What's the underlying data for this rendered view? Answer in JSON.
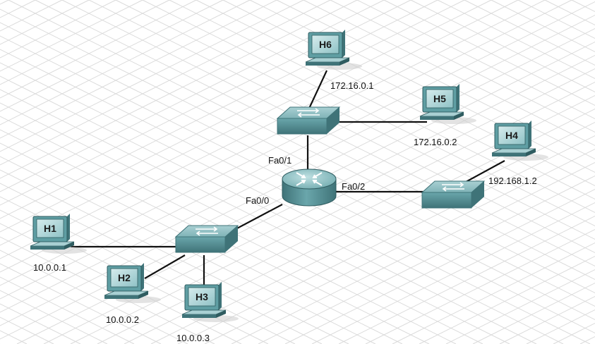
{
  "diagram": {
    "hosts": [
      {
        "id": "H1",
        "name": "H1",
        "ip": "10.0.0.1"
      },
      {
        "id": "H2",
        "name": "H2",
        "ip": "10.0.0.2"
      },
      {
        "id": "H3",
        "name": "H3",
        "ip": "10.0.0.3"
      },
      {
        "id": "H4",
        "name": "H4",
        "ip": "192.168.1.2"
      },
      {
        "id": "H5",
        "name": "H5",
        "ip": "172.16.0.2"
      },
      {
        "id": "H6",
        "name": "H6",
        "ip": "172.16.0.1"
      }
    ],
    "router": {
      "interfaces": [
        "Fa0/0",
        "Fa0/1",
        "Fa0/2"
      ]
    },
    "switches": [
      "switch-left",
      "switch-top",
      "switch-right"
    ],
    "colors": {
      "device_fill": "#5f9ea3",
      "device_dark": "#3f7378",
      "device_light": "#a9d0d3",
      "link": "#111111",
      "grid": "#d9d9d9"
    }
  }
}
